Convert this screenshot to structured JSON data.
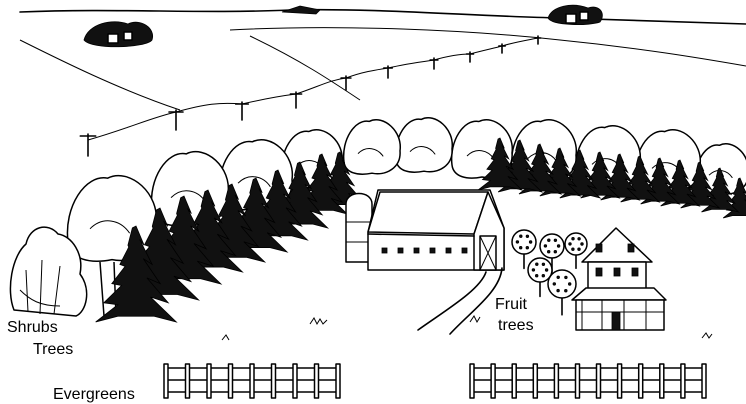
{
  "labels": {
    "shrubs": "Shrubs",
    "trees": "Trees",
    "evergreens": "Evergreens",
    "fruit_line1": "Fruit",
    "fruit_line2": "trees"
  },
  "colors": {
    "ink": "#000000",
    "paper": "#ffffff"
  }
}
